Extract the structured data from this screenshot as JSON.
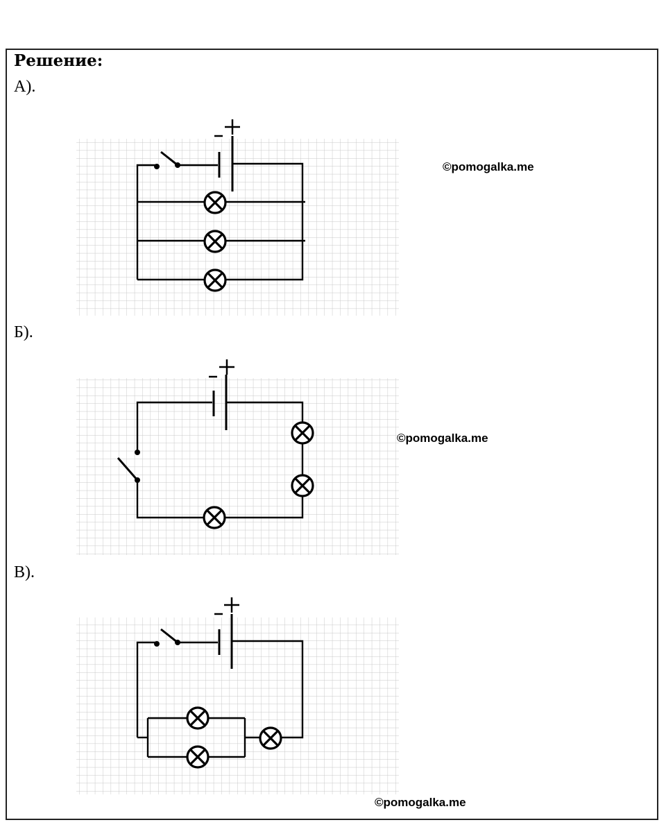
{
  "heading": "Решение:",
  "parts": [
    {
      "label": "А)."
    },
    {
      "label": "Б)."
    },
    {
      "label": "В)."
    }
  ],
  "battery": {
    "minus": "-",
    "plus": "+"
  },
  "watermarks": [
    "©pomogalka.me",
    "©pomogalka.me",
    "©pomogalka.me"
  ],
  "icons": [
    "lamp-icon",
    "battery-icon",
    "switch-icon"
  ]
}
